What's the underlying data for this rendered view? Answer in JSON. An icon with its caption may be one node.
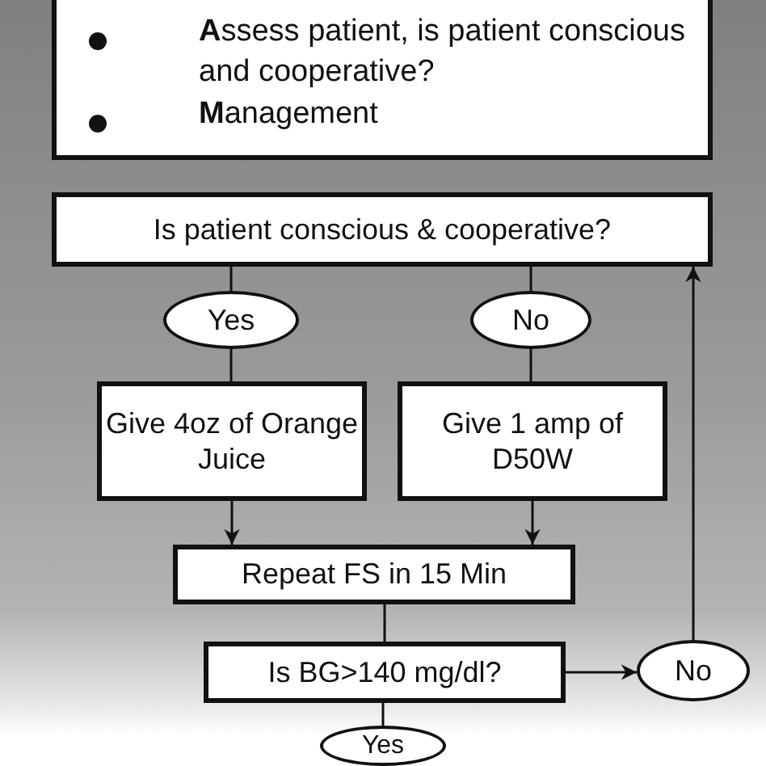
{
  "diagram": {
    "nodes": [
      {
        "text": [
          "**A**ssess patient, is patient conscious and cooperative?",
          "**M**anagement"
        ]
      },
      {
        "text": [
          "Is patient conscious & cooperative?"
        ]
      },
      {
        "text": [
          "Yes"
        ]
      },
      {
        "text": [
          "No"
        ]
      },
      {
        "text": [
          "Give 4oz of Orange Juice"
        ]
      },
      {
        "text": [
          "Give 1 amp of D50W"
        ]
      },
      {
        "text": [
          "Repeat FS in 15 Min"
        ]
      },
      {
        "text": [
          "Is BG>140 mg/dl?"
        ]
      },
      {
        "text": [
          "No"
        ]
      },
      {
        "text": [
          "Yes"
        ]
      }
    ],
    "edges": [
      {
        "from": 1,
        "to": 2,
        "arrow": "none"
      },
      {
        "from": 1,
        "to": 3,
        "arrow": "none"
      },
      {
        "from": 2,
        "to": 4,
        "arrow": "none"
      },
      {
        "from": 3,
        "to": 5,
        "arrow": "none"
      },
      {
        "from": 4,
        "to": 6,
        "arrow": "to"
      },
      {
        "from": 5,
        "to": 6,
        "arrow": "to"
      },
      {
        "from": 6,
        "to": 7,
        "arrow": "none"
      },
      {
        "from": 7,
        "to": 8,
        "arrow": "to"
      },
      {
        "from": 8,
        "to": 1,
        "arrow": "to"
      },
      {
        "from": 7,
        "to": 9,
        "arrow": "none"
      }
    ]
  }
}
